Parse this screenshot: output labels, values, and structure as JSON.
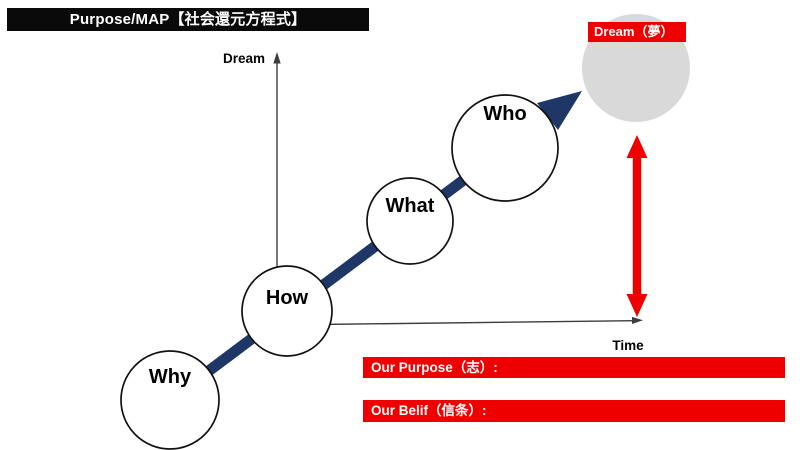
{
  "slide": {
    "title": "Purpose/MAP【社会還元方程式】"
  },
  "axes": {
    "y_label": "Dream",
    "x_label": "Time"
  },
  "steps": [
    {
      "label": "Why"
    },
    {
      "label": "How"
    },
    {
      "label": "What"
    },
    {
      "label": "Who"
    }
  ],
  "dream_badge": {
    "label": "Dream（夢）"
  },
  "banners": {
    "purpose_label": "Our Purpose（志）:",
    "belief_label": "Our Belif（信条）:"
  },
  "colors": {
    "navy_arrow": "#1e3767",
    "red_accent": "#ee0000",
    "dream_circle_gray": "#d9d9d9",
    "title_bar_black": "#0a0a0a"
  }
}
